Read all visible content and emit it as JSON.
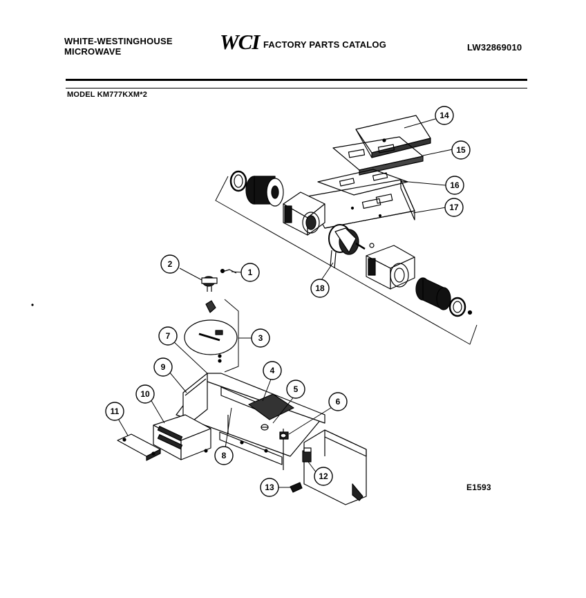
{
  "header": {
    "brand_line1": "WHITE-WESTINGHOUSE",
    "brand_line2": "MICROWAVE",
    "logo": "WCI",
    "catalog_title": "FACTORY PARTS CATALOG",
    "catalog_number": "LW32869010"
  },
  "model": "MODEL KM777KXM*2",
  "figure_code": "E1593",
  "callouts": [
    "1",
    "2",
    "3",
    "4",
    "5",
    "6",
    "7",
    "8",
    "9",
    "10",
    "11",
    "12",
    "13",
    "14",
    "15",
    "16",
    "17",
    "18"
  ]
}
